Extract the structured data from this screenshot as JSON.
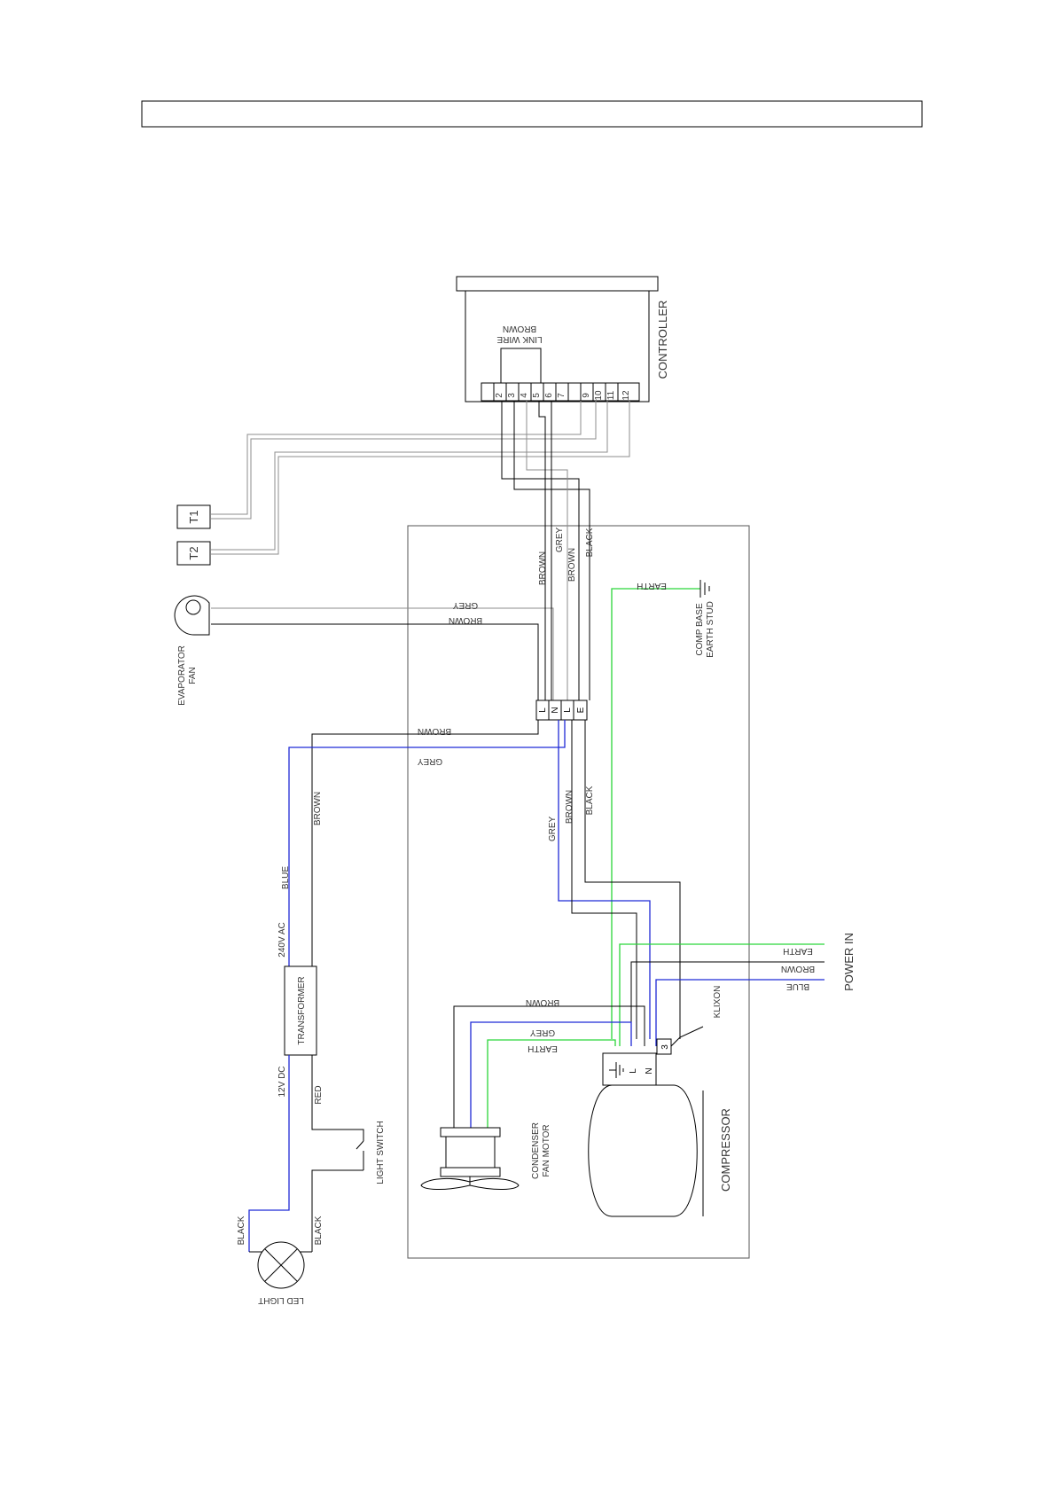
{
  "header_box_text": "",
  "colors": {
    "black_wire": "#000000",
    "grey_wire": "#8c8c8c",
    "blue_wire": "#1f2ad6",
    "green_wire": "#2bd63a",
    "frame": "#555555"
  },
  "controller": {
    "label": "CONTROLLER",
    "link_wire_line1": "LINK WIRE",
    "link_wire_line2": "BROWN",
    "terminals": [
      "2",
      "3",
      "4",
      "5",
      "6",
      "7",
      "",
      "9",
      "10",
      "11",
      "12"
    ]
  },
  "sensors": {
    "t1": "T1",
    "t2": "T2"
  },
  "evaporator_fan": {
    "line1": "EVAPORATOR",
    "line2": "FAN"
  },
  "terminal_block": {
    "terminals": [
      "L",
      "N",
      "L",
      "E"
    ]
  },
  "comp_earth": {
    "line1": "COMP BASE",
    "line2": "EARTH STUD"
  },
  "wire_labels": {
    "brown": "BROWN",
    "grey": "GREY",
    "black": "BLACK",
    "blue": "BLUE",
    "earth": "EARTH",
    "red": "RED"
  },
  "transformer": {
    "label": "TRANSFORMER",
    "input": "240V AC",
    "output": "12V DC"
  },
  "light_switch": "LIGHT SWITCH",
  "led_light": "LED LIGHT",
  "condenser_fan": {
    "line1": "CONDENSER",
    "line2": "FAN MOTOR"
  },
  "compressor": {
    "label": "COMPRESSOR",
    "klixon": "KLIXON",
    "terminal_l": "L",
    "terminal_n": "N",
    "terminal_3": "3"
  },
  "power_in": "POWER IN"
}
